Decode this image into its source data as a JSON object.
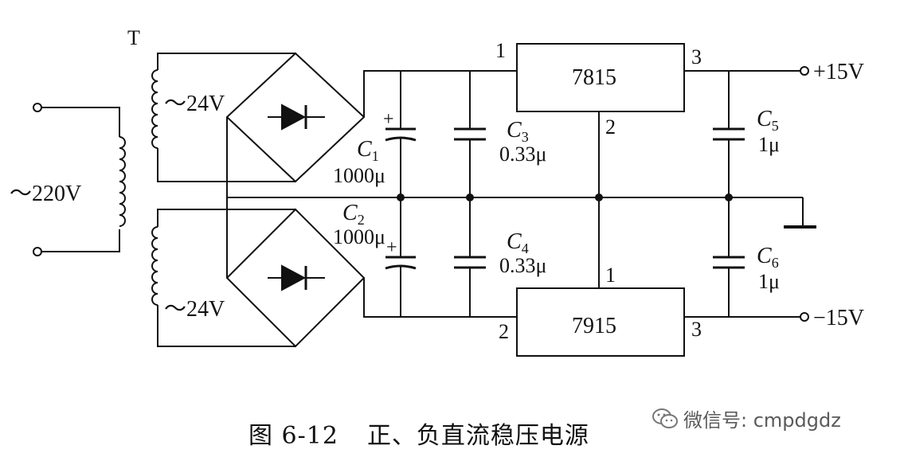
{
  "transformer": {
    "label": "T"
  },
  "input": {
    "voltage": "～220V"
  },
  "secondary": {
    "upper": "～24V",
    "lower": "～24V"
  },
  "capacitors": {
    "c1": {
      "name": "C",
      "sub": "1",
      "value": "1000μ",
      "polarity": "+"
    },
    "c2": {
      "name": "C",
      "sub": "2",
      "value": "1000μ",
      "polarity": "+"
    },
    "c3": {
      "name": "C",
      "sub": "3",
      "value": "0.33μ"
    },
    "c4": {
      "name": "C",
      "sub": "4",
      "value": "0.33μ"
    },
    "c5": {
      "name": "C",
      "sub": "5",
      "value": "1μ"
    },
    "c6": {
      "name": "C",
      "sub": "6",
      "value": "1μ"
    }
  },
  "regulators": {
    "upper": {
      "part": "7815",
      "pin_in": "1",
      "pin_gnd": "2",
      "pin_out": "3"
    },
    "lower": {
      "part": "7915",
      "pin_in": "2",
      "pin_gnd": "1",
      "pin_out": "3"
    }
  },
  "outputs": {
    "positive": "+15V",
    "negative": "−15V"
  },
  "caption": {
    "figure": "图 6-12",
    "title": "正、负直流稳压电源"
  },
  "watermark": {
    "text": "微信号: cmpdgdz"
  }
}
